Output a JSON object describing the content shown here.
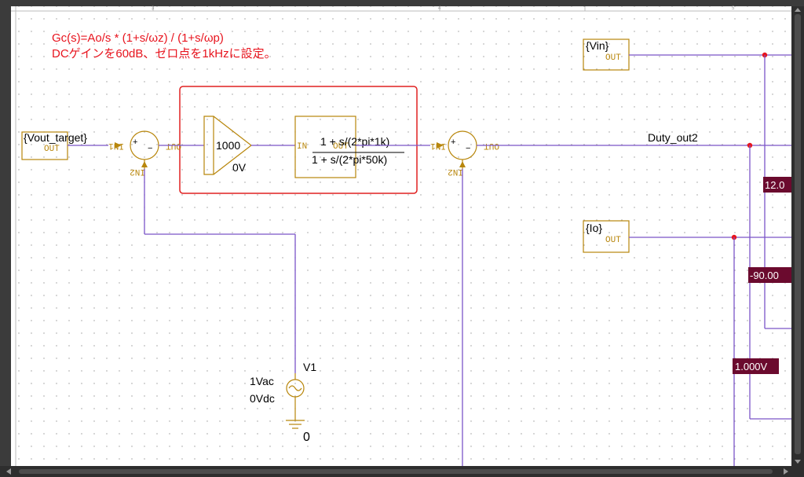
{
  "annotation": {
    "line1": "Gc(s)=Ao/s * (1+s/ωz) / (1+s/ωp)",
    "line2": "DCゲインを60dB、ゼロ点を1kHzに設定。"
  },
  "blocks": {
    "vout_target": {
      "label": "{Vout_target}",
      "pin": "OUT"
    },
    "vin": {
      "label": "{Vin}",
      "pin": "OUT"
    },
    "io": {
      "label": "{Io}",
      "pin": "OUT"
    },
    "sum1": {
      "in_left": "IN1",
      "in_bottom": "IN2",
      "out": "OUT",
      "plus": "+",
      "minus": "−"
    },
    "gain": {
      "value": "1000",
      "offset": "0V"
    },
    "laplace": {
      "numerator": "1 + s/(2*pi*1k)",
      "denominator": "1 + s/(2*pi*50k)",
      "in": "IN",
      "out": "OUT"
    },
    "sum2": {
      "in_left": "IN1",
      "in_bottom": "IN2",
      "out": "OUT",
      "plus": "+",
      "minus": "−"
    },
    "v1": {
      "name": "V1",
      "ac": "1Vac",
      "dc": "0Vdc",
      "ground": "0"
    }
  },
  "nets": {
    "duty": "Duty_out2"
  },
  "probes": {
    "p1": "12.0",
    "p2": "-90.00",
    "p3": "1.000V"
  },
  "ruler": {
    "t1": "3",
    "t2": "4",
    "t3": "5"
  },
  "colors": {
    "wire": "#7b55c8",
    "part": "#b8860b",
    "annotation": "#e8141e",
    "probe_bg": "#6b0a2e",
    "selection": "#e02020"
  }
}
